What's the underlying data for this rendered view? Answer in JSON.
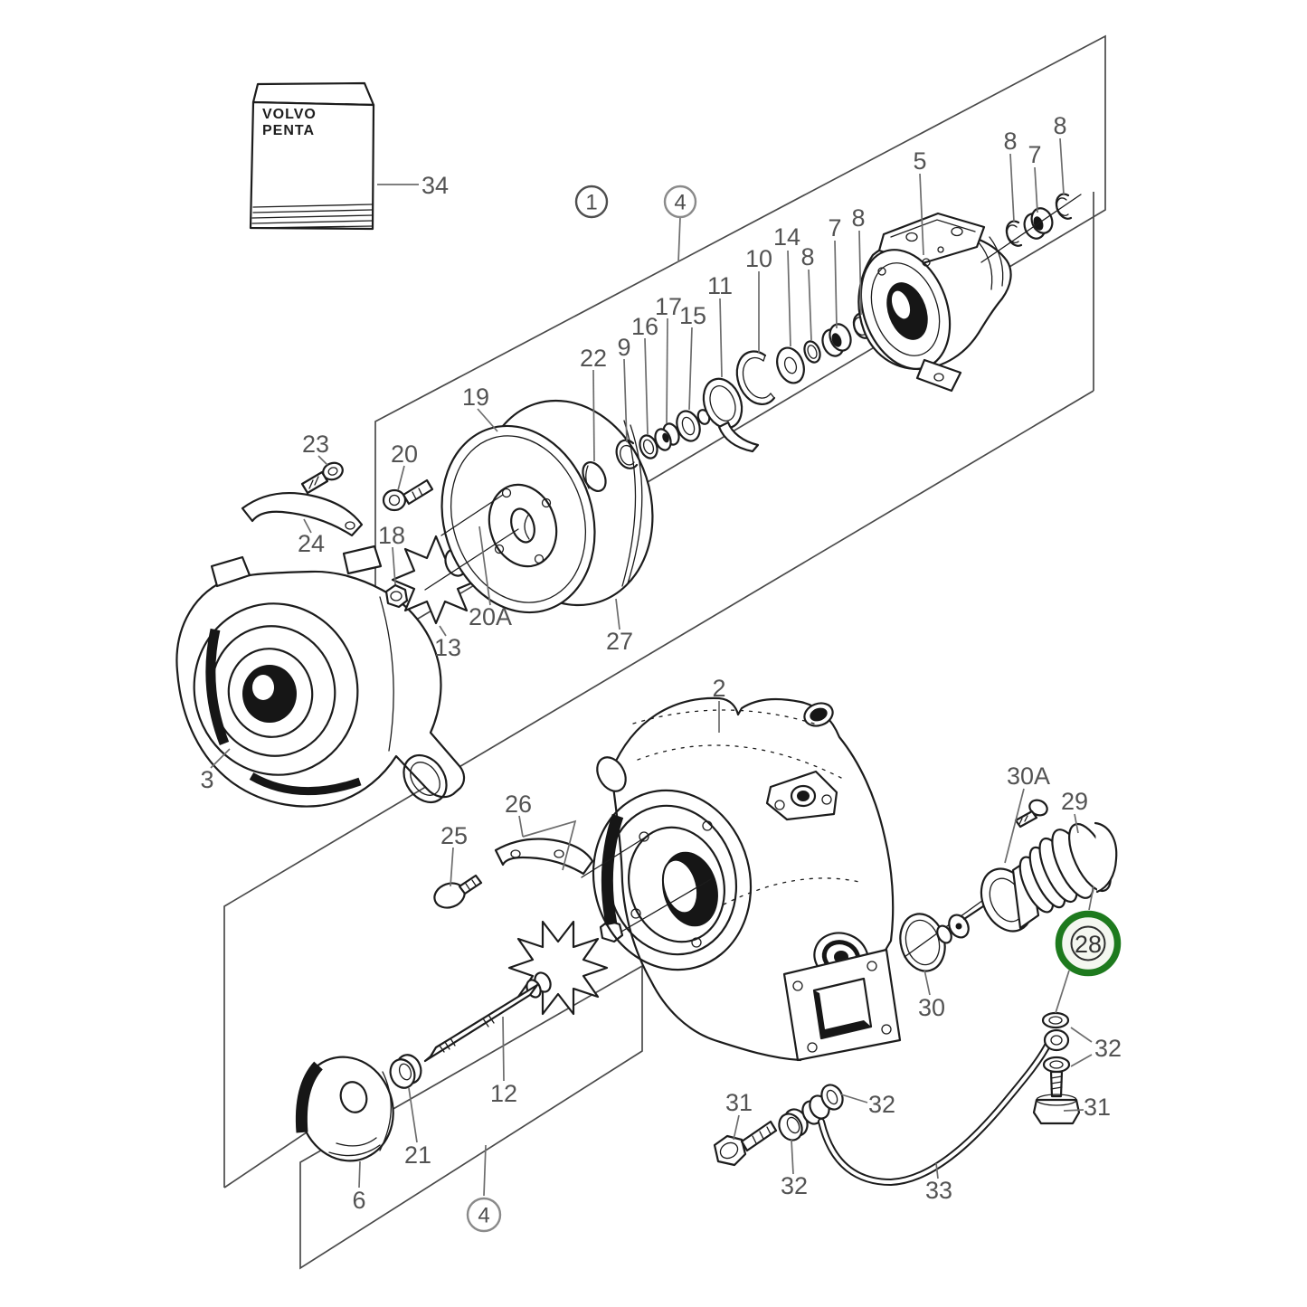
{
  "diagram": {
    "background_color": "#ffffff",
    "line_color": "#1c1c1c",
    "label_color": "#535353",
    "brand_box": {
      "line1": "VOLVO",
      "line2": "PENTA"
    },
    "highlight": {
      "ref": "28",
      "ring_color": "#1e7a1e",
      "fill": "#f4f7f0"
    },
    "callouts": [
      {
        "ref": "34"
      },
      {
        "ref": "1",
        "circled": true
      },
      {
        "ref": "4",
        "circled": true
      },
      {
        "ref": "5"
      },
      {
        "ref": "8"
      },
      {
        "ref": "7"
      },
      {
        "ref": "8"
      },
      {
        "ref": "8"
      },
      {
        "ref": "7"
      },
      {
        "ref": "14"
      },
      {
        "ref": "10"
      },
      {
        "ref": "8"
      },
      {
        "ref": "11"
      },
      {
        "ref": "17"
      },
      {
        "ref": "15"
      },
      {
        "ref": "16"
      },
      {
        "ref": "9"
      },
      {
        "ref": "22"
      },
      {
        "ref": "19"
      },
      {
        "ref": "20"
      },
      {
        "ref": "23"
      },
      {
        "ref": "18"
      },
      {
        "ref": "24"
      },
      {
        "ref": "20A"
      },
      {
        "ref": "13"
      },
      {
        "ref": "27"
      },
      {
        "ref": "3"
      },
      {
        "ref": "2"
      },
      {
        "ref": "26"
      },
      {
        "ref": "25"
      },
      {
        "ref": "30A"
      },
      {
        "ref": "29"
      },
      {
        "ref": "28",
        "highlighted": true
      },
      {
        "ref": "30"
      },
      {
        "ref": "12"
      },
      {
        "ref": "21"
      },
      {
        "ref": "6"
      },
      {
        "ref": "4",
        "circled": true
      },
      {
        "ref": "31"
      },
      {
        "ref": "32"
      },
      {
        "ref": "32"
      },
      {
        "ref": "33"
      },
      {
        "ref": "32"
      },
      {
        "ref": "31"
      }
    ]
  }
}
